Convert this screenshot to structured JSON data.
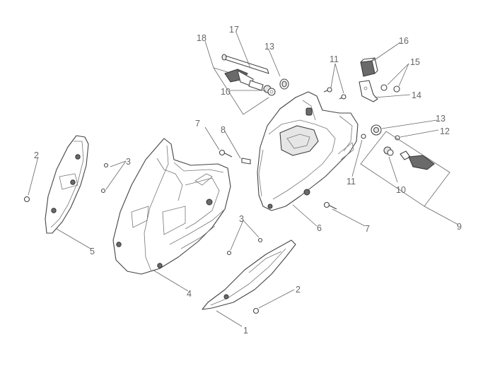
{
  "callouts": [
    {
      "id": "c1",
      "text": "1"
    },
    {
      "id": "c2a",
      "text": "2"
    },
    {
      "id": "c2b",
      "text": "2"
    },
    {
      "id": "c3a",
      "text": "3"
    },
    {
      "id": "c3b",
      "text": "3"
    },
    {
      "id": "c4",
      "text": "4"
    },
    {
      "id": "c5",
      "text": "5"
    },
    {
      "id": "c6",
      "text": "6"
    },
    {
      "id": "c7a",
      "text": "7"
    },
    {
      "id": "c7b",
      "text": "7"
    },
    {
      "id": "c8",
      "text": "8"
    },
    {
      "id": "c9",
      "text": "9"
    },
    {
      "id": "c10a",
      "text": "10"
    },
    {
      "id": "c10b",
      "text": "10"
    },
    {
      "id": "c11a",
      "text": "11"
    },
    {
      "id": "c11b",
      "text": "11"
    },
    {
      "id": "c12",
      "text": "12"
    },
    {
      "id": "c13a",
      "text": "13"
    },
    {
      "id": "c13b",
      "text": "13"
    },
    {
      "id": "c14",
      "text": "14"
    },
    {
      "id": "c15",
      "text": "15"
    },
    {
      "id": "c16",
      "text": "16"
    },
    {
      "id": "c17",
      "text": "17"
    },
    {
      "id": "c18",
      "text": "18"
    }
  ]
}
